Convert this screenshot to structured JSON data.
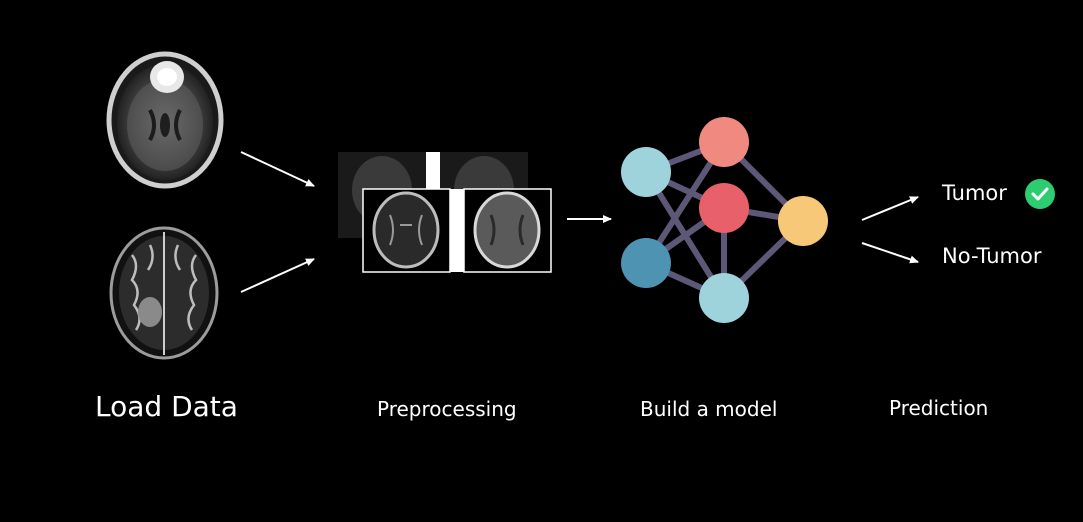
{
  "steps": {
    "load": "Load Data",
    "preprocess": "Preprocessing",
    "build": "Build a model",
    "predict": "Prediction"
  },
  "outputs": {
    "tumor": "Tumor",
    "no_tumor": "No-Tumor"
  },
  "icons": {
    "check": "check-circle-icon"
  },
  "colors": {
    "background": "#000000",
    "node_light_blue": "#9fd3dc",
    "node_salmon": "#f08a80",
    "node_red": "#e8606a",
    "node_yellow": "#f7c877",
    "node_dark_blue": "#4f93b3",
    "edge": "#5e5878",
    "check": "#2ecc71"
  }
}
